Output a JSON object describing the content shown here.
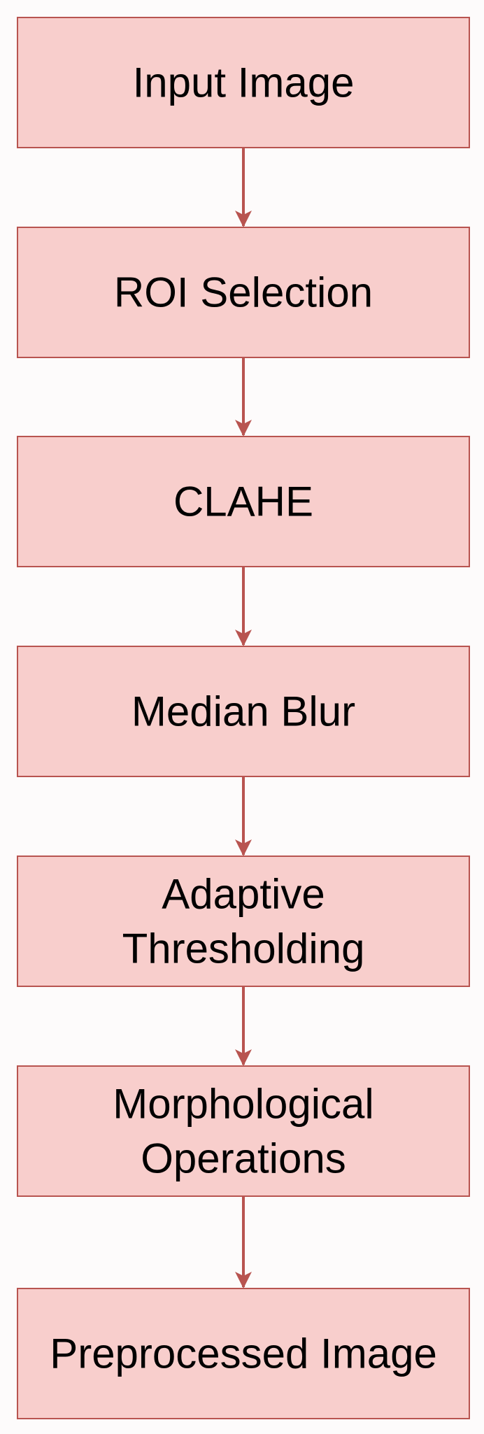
{
  "diagram": {
    "steps": [
      {
        "id": "input",
        "lines": [
          "Input Image"
        ]
      },
      {
        "id": "roi",
        "lines": [
          "ROI Selection"
        ]
      },
      {
        "id": "clahe",
        "lines": [
          "CLAHE"
        ]
      },
      {
        "id": "median",
        "lines": [
          "Median Blur"
        ]
      },
      {
        "id": "adaptive",
        "lines": [
          "Adaptive",
          "Thresholding"
        ]
      },
      {
        "id": "morph",
        "lines": [
          "Morphological",
          "Operations"
        ]
      },
      {
        "id": "output",
        "lines": [
          "Preprocessed Image"
        ]
      }
    ],
    "edges": [
      {
        "from": "input",
        "to": "roi"
      },
      {
        "from": "roi",
        "to": "clahe"
      },
      {
        "from": "clahe",
        "to": "median"
      },
      {
        "from": "median",
        "to": "adaptive"
      },
      {
        "from": "adaptive",
        "to": "morph"
      },
      {
        "from": "morph",
        "to": "output"
      }
    ],
    "colors": {
      "box_fill": "#f8cecc",
      "box_stroke": "#b85450",
      "arrow": "#b85450",
      "text": "#000000",
      "background": "#fdfbfb"
    }
  }
}
